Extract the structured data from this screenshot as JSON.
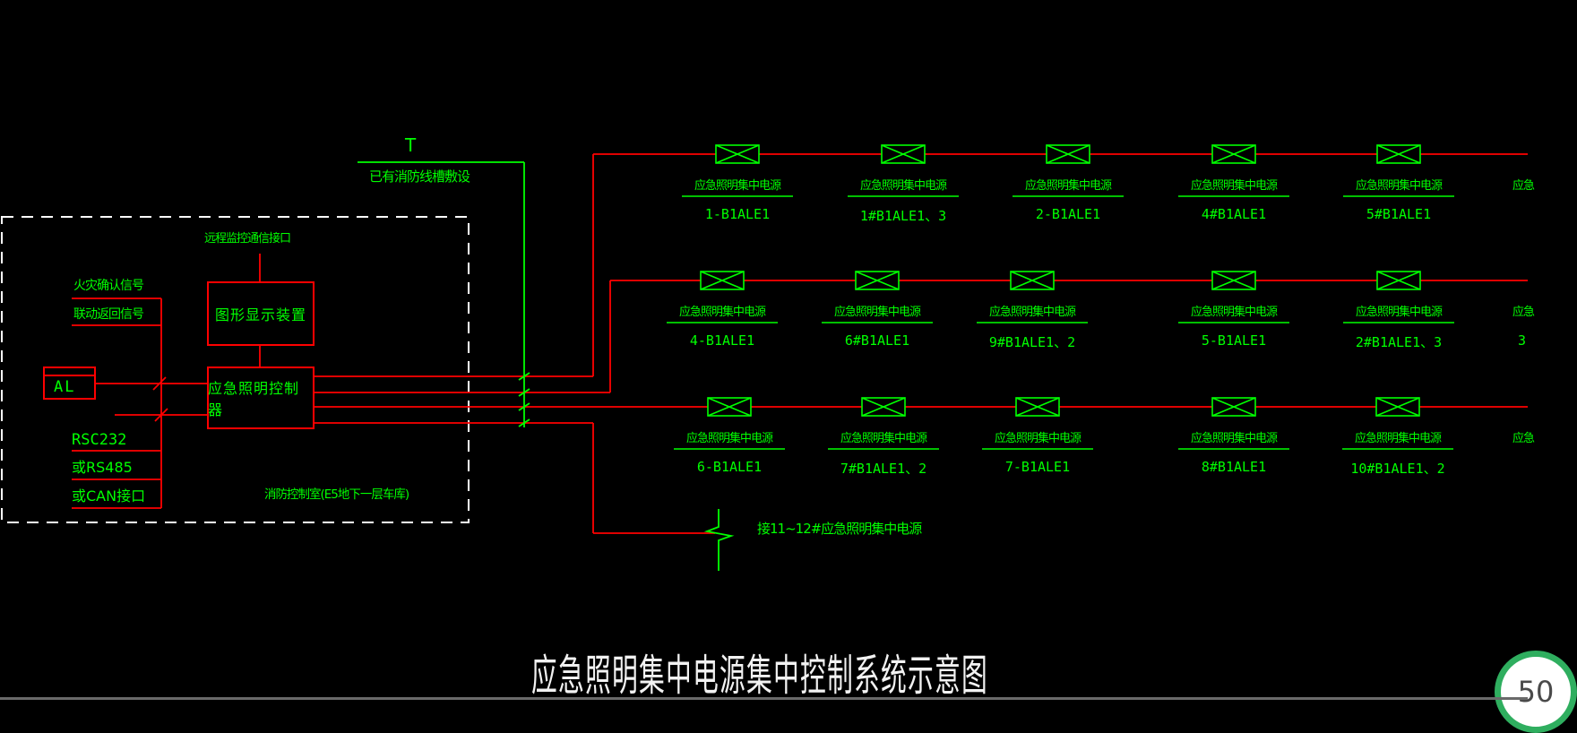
{
  "diagram": {
    "title": "应急照明集中电源集中控制系统示意图",
    "badge": "50",
    "control_room": {
      "room_label": "消防控制室(E5地下一层车库)",
      "remote_interface_label": "远程监控通信接口",
      "graphic_display_label": "图形显示装置",
      "controller_label": "应急照明控制器",
      "al_label": "AL",
      "fire_confirm_label": "火灾确认信号",
      "linkage_return_label": "联动返回信号",
      "rs232_label": "RSC232",
      "rs485_label": "或RS485",
      "can_label": "或CAN接口"
    },
    "trunk_note": {
      "t_label": "T",
      "existing_tray_label": "已有消防线槽敷设"
    },
    "branch_note": "接11~12#应急照明集中电源",
    "unit_label": "应急照明集中电源",
    "rows": [
      {
        "units": [
          "1-B1ALE1",
          "1#B1ALE1、3",
          "2-B1ALE1",
          "4#B1ALE1",
          "5#B1ALE1"
        ],
        "edge_label": "应急"
      },
      {
        "units": [
          "4-B1ALE1",
          "6#B1ALE1",
          "9#B1ALE1、2",
          "5-B1ALE1",
          "2#B1ALE1、3"
        ],
        "edge_label": "应急",
        "edge_name": "3"
      },
      {
        "units": [
          "6-B1ALE1",
          "7#B1ALE1、2",
          "7-B1ALE1",
          "8#B1ALE1",
          "10#B1ALE1、2"
        ],
        "edge_label": "应急"
      }
    ],
    "colors": {
      "line_red": "#ff0000",
      "line_green": "#00ff00",
      "dashed_white": "#ffffff",
      "title_white": "#f2f2f2",
      "badge_green": "#2fae5f"
    }
  }
}
